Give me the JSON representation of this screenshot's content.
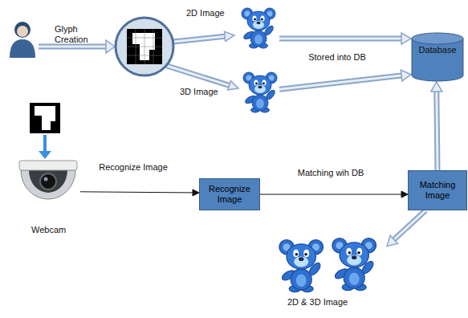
{
  "diagram": {
    "nodes": [
      {
        "text": [
          "2D Image"
        ]
      },
      {
        "text": [
          "3D Image"
        ]
      },
      {
        "text": [
          "Database"
        ]
      },
      {
        "text": [
          "Webcam"
        ]
      },
      {
        "text": [
          "Recognize Image"
        ]
      },
      {
        "text": [
          "Matching Image"
        ]
      },
      {
        "text": [
          "2D & 3D Image"
        ]
      }
    ],
    "edges": [
      {
        "from": 0,
        "to": 2,
        "label": "Stored into DB",
        "arrow": "to"
      },
      {
        "from": 1,
        "to": 2,
        "arrow": "to"
      },
      {
        "from": 3,
        "to": 4,
        "label": "Recognize Image",
        "arrow": "to"
      },
      {
        "from": 4,
        "to": 5,
        "label": "Matching wih DB",
        "arrow": "to"
      },
      {
        "from": 5,
        "to": 2,
        "arrow": "to"
      },
      {
        "from": 5,
        "to": 6,
        "arrow": "to"
      }
    ],
    "labels": [
      "Glyph Creation"
    ]
  }
}
